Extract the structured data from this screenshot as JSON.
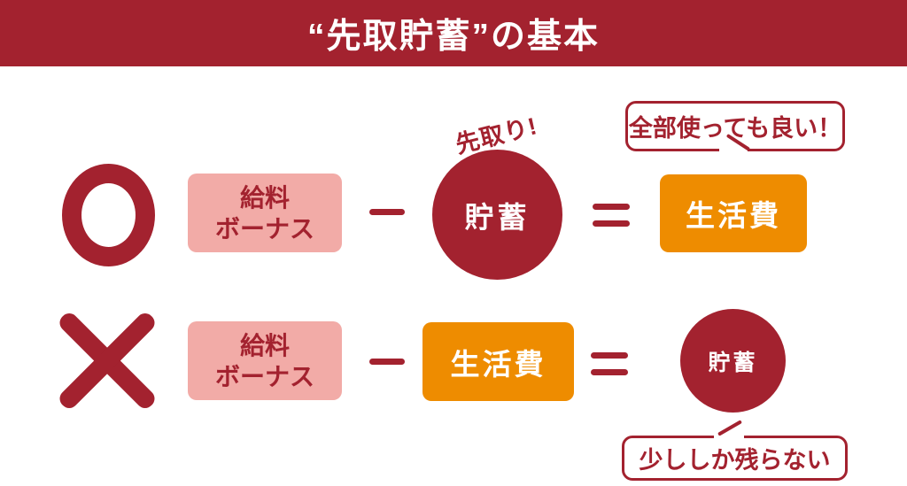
{
  "header": {
    "title": "“先取貯蓄”の基本"
  },
  "colors": {
    "primary_red": "#a3222f",
    "pink": "#f2aba7",
    "orange": "#ee8c00",
    "background": "#ffffff",
    "text_on_dark": "#ffffff"
  },
  "row_good": {
    "mark": "ok-circle",
    "income_line1": "給料",
    "income_line2": "ボーナス",
    "minus_symbol": "−",
    "annotation": "先取り!",
    "savings_label": "貯蓄",
    "equals_symbol": "=",
    "expense_label": "生活費",
    "bubble_text": "全部使っても良い！"
  },
  "row_bad": {
    "mark": "ng-cross",
    "income_line1": "給料",
    "income_line2": "ボーナス",
    "minus_symbol": "−",
    "expense_label": "生活費",
    "equals_symbol": "=",
    "savings_label": "貯蓄",
    "bubble_text": "少ししか残らない"
  }
}
